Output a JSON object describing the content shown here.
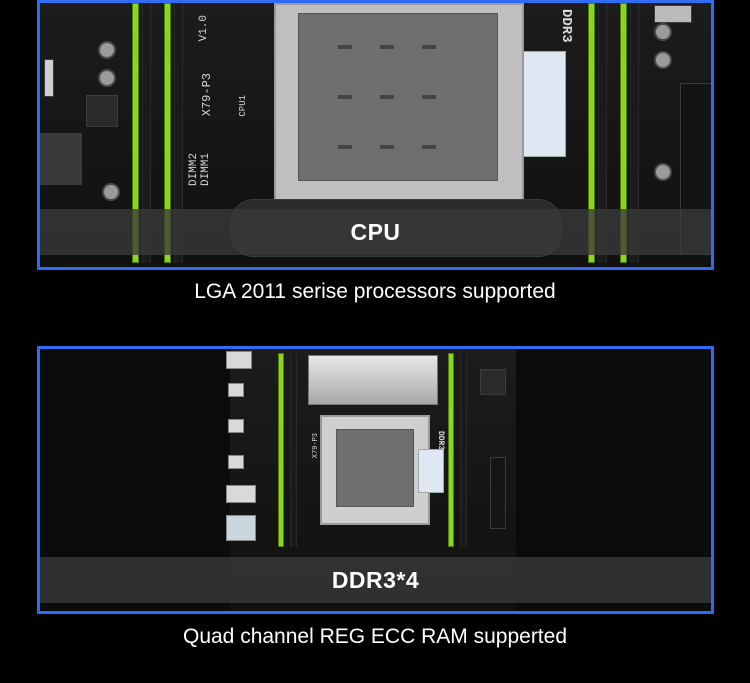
{
  "panels": [
    {
      "label": "CPU",
      "caption": "LGA 2011 serise processors supported",
      "silkscreen": [
        "V1.0",
        "X79-P3",
        "DIMM2",
        "DIMM1",
        "CPU1",
        "DDR3"
      ]
    },
    {
      "label": "DDR3*4",
      "caption": "Quad channel REG ECC RAM supperted",
      "silkscreen": [
        "X79-P3",
        "DDR3"
      ]
    }
  ],
  "colors": {
    "frame_border": "#2f6cf3",
    "dimm_slot_green": "#8cd51a",
    "background": "#000000"
  }
}
